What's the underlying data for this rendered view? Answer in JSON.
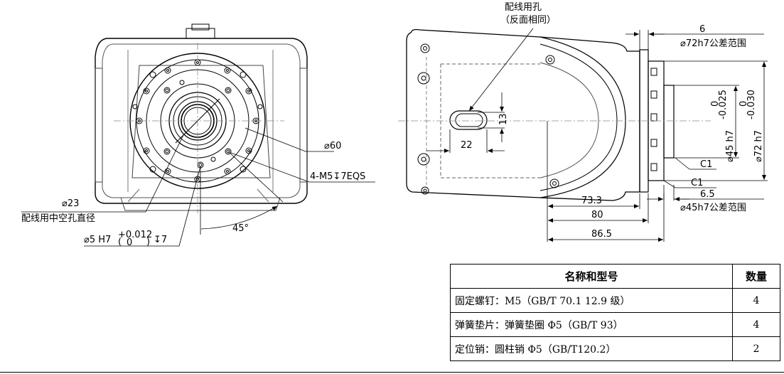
{
  "front_view": {
    "d23_label": "⌀23",
    "hole_caption": "配线用中空孔直径",
    "d60_label": "⌀60",
    "thread_label": "4-M5↧7EQS",
    "angle_label": "45°",
    "pin_label_main": "⌀5 H7",
    "pin_tol_upper": "+0.012",
    "pin_tol_lower": "0",
    "pin_depth": "↧7"
  },
  "side_view": {
    "hole_title": "配线用孔",
    "hole_subtitle": "（反面相同）",
    "dim_13": "13",
    "dim_22": "22",
    "dim_6": "6",
    "d72_range": "⌀72h7公差范围",
    "d45_label": "⌀45 h7",
    "d45_tol_upper": "0",
    "d45_tol_lower": "-0.025",
    "d72_label": "⌀72 h7",
    "d72_tol_upper": "0",
    "d72_tol_lower": "-0.030",
    "c1_upper": "C1",
    "c1_lower": "C1",
    "dim_6_5": "6.5",
    "d45_range": "⌀45h7公差范围",
    "dim_73_3": "73.3",
    "dim_80": "80",
    "dim_86_5": "86.5"
  },
  "table": {
    "header_name": "名称和型号",
    "header_qty": "数量",
    "rows": [
      {
        "name": "固定螺钉：M5（GB/T 70.1 12.9 级）",
        "qty": "4"
      },
      {
        "name": "弹簧垫片：弹簧垫圈 Φ5（GB/T 93）",
        "qty": "4"
      },
      {
        "name": "定位销：圆柱销 Φ5（GB/T120.2）",
        "qty": "2"
      }
    ]
  }
}
